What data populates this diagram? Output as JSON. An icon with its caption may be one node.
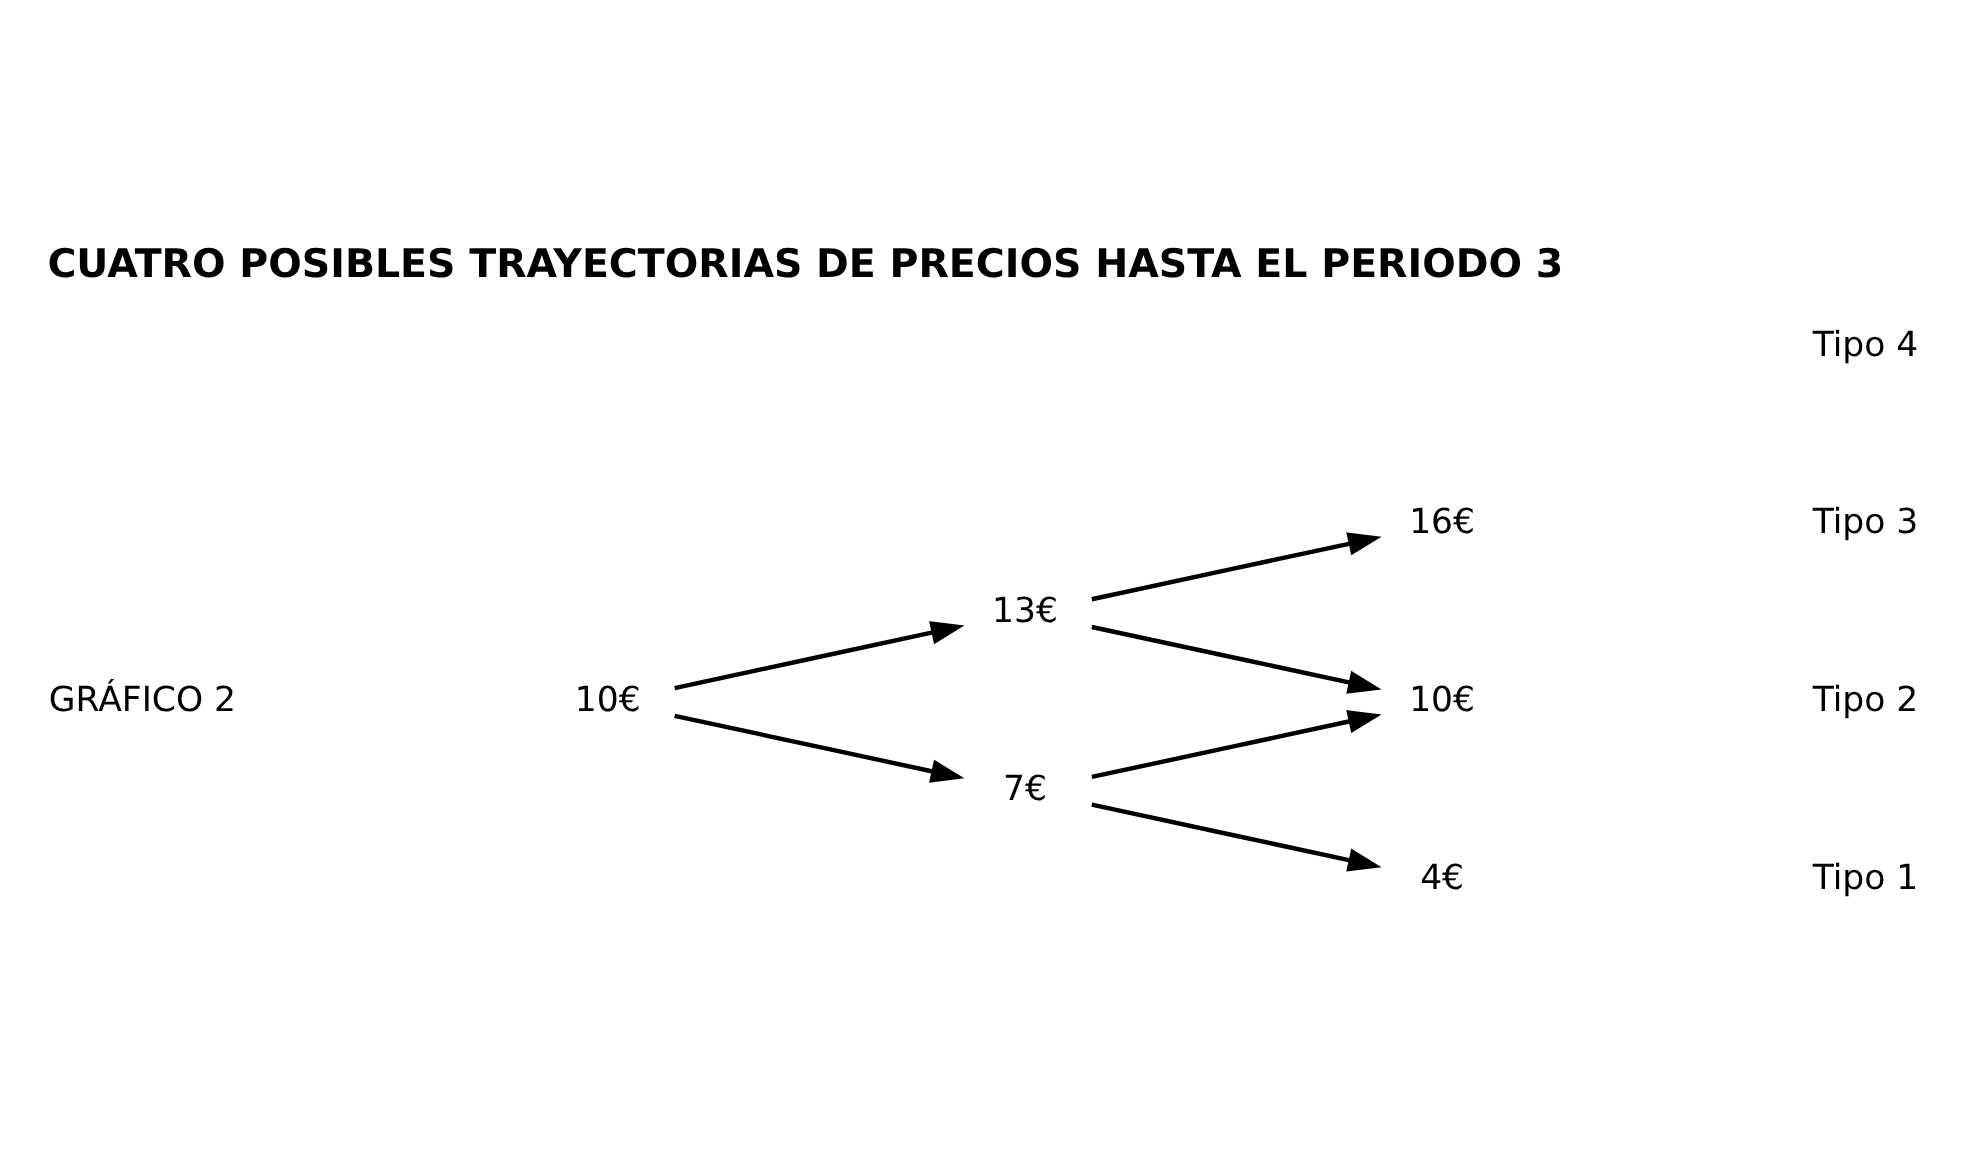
{
  "diagram": {
    "title": "CUATRO POSIBLES TRAYECTORIAS DE PRECIOS HASTA EL PERIODO 3",
    "nodes": [
      {
        "text": [
          "10€"
        ]
      },
      {
        "text": [
          "13€"
        ]
      },
      {
        "text": [
          "7€"
        ]
      },
      {
        "text": [
          "16€"
        ]
      },
      {
        "text": [
          "10€"
        ]
      },
      {
        "text": [
          "4€"
        ]
      }
    ],
    "edges": [
      {
        "from": 0,
        "to": 1,
        "arrow": "to"
      },
      {
        "from": 0,
        "to": 2,
        "arrow": "to"
      },
      {
        "from": 1,
        "to": 3,
        "arrow": "to"
      },
      {
        "from": 1,
        "to": 4,
        "arrow": "to"
      },
      {
        "from": 2,
        "to": 4,
        "arrow": "to"
      },
      {
        "from": 2,
        "to": 5,
        "arrow": "to"
      }
    ],
    "labels": [
      "GRÁFICO 2",
      "Tipo 4",
      "Tipo 3",
      "Tipo 2",
      "Tipo 1"
    ]
  }
}
